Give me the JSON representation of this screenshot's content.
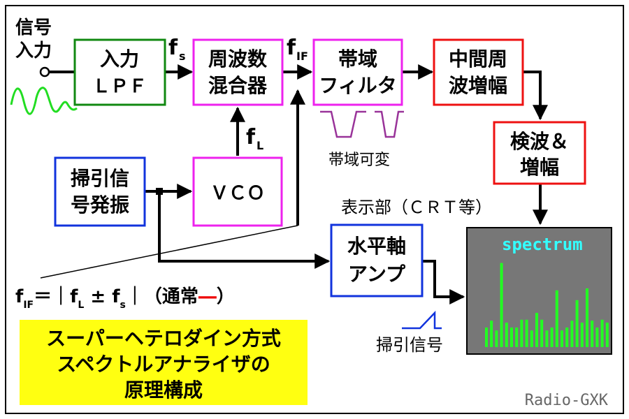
{
  "input": {
    "line1": "信号",
    "line2": "入力"
  },
  "blocks": {
    "lpf": {
      "line1": "入力",
      "line2": "ＬＰＦ"
    },
    "mixer": {
      "line1": "周波数",
      "line2": "混合器"
    },
    "bpf": {
      "line1": "帯域",
      "line2": "フィルタ"
    },
    "if_amp": {
      "line1": "中間周",
      "line2": "波増幅"
    },
    "detector": {
      "line1": "検波＆",
      "line2": "増幅"
    },
    "sweep_osc": {
      "line1": "掃引信",
      "line2": "号発振"
    },
    "vco": {
      "line1": "ＶＣＯ"
    },
    "h_amp": {
      "line1": "水平軸",
      "line2": "アンプ"
    }
  },
  "signals": {
    "fs": {
      "main": "f",
      "sub": "s"
    },
    "fif": {
      "main": "f",
      "sub": "IF"
    },
    "fl": {
      "main": "f",
      "sub": "L"
    }
  },
  "bpf_caption": "帯域可変",
  "display": {
    "caption": "表示部（ＣＲＴ等）",
    "screen_title": "spectrum",
    "screen_color": "#777777",
    "title_color": "#33ffff",
    "bar_color": "#22ff22",
    "spectrum_levels": [
      0.2,
      0.27,
      0.17,
      0.86,
      0.25,
      0.2,
      0.2,
      0.28,
      0.28,
      0.17,
      0.35,
      0.28,
      0.17,
      0.2,
      0.58,
      0.17,
      0.2,
      0.27,
      0.48,
      0.25,
      0.6,
      0.27,
      0.2,
      0.28,
      0.25
    ]
  },
  "formula": {
    "f1": "f",
    "s1": "IF",
    "eq": "＝｜",
    "f2": "f",
    "s2": "L",
    "pm": " ± ",
    "f3": "f",
    "s3": "s",
    "close": "｜（通常",
    "minus_color": "#ee0000",
    "tail": "）"
  },
  "sweep_label": "掃引信号",
  "title": {
    "line1": "スーパーヘテロダイン方式",
    "line2": "スペクトルアナライザの",
    "line3": "原理構成",
    "bg_color": "#ffff11"
  },
  "credit": "Radio-GXK",
  "colors": {
    "lpf": "#118811",
    "mixer": "#ee22ee",
    "if_amp": "#ee1111",
    "sweep": "#1133dd",
    "wave": "#22dd22",
    "filter_curve": "#993399",
    "sweep_ramp": "#1133dd"
  }
}
